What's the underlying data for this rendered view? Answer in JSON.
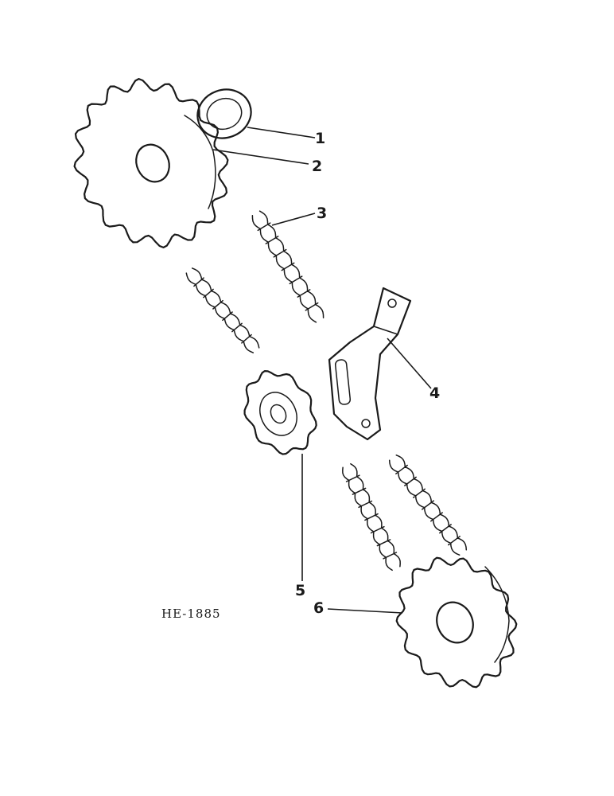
{
  "drawing_code": "HE-1885",
  "callouts": [
    {
      "id": "1",
      "label": "1"
    },
    {
      "id": "2",
      "label": "2"
    },
    {
      "id": "3",
      "label": "3"
    },
    {
      "id": "4",
      "label": "4"
    },
    {
      "id": "5",
      "label": "5"
    },
    {
      "id": "6",
      "label": "6"
    }
  ],
  "colors": {
    "ink": "#1a1a1a",
    "paper": "#ffffff"
  }
}
